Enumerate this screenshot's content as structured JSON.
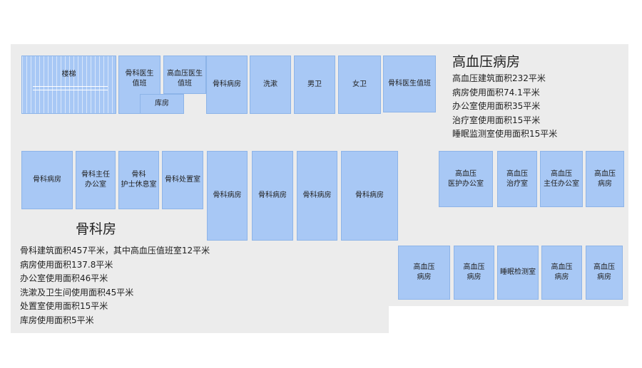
{
  "rooms": {
    "stairs": "楼梯",
    "ortho_duty_top": "骨科医生\n值班",
    "hbp_duty_top": "高血压医生\n值班",
    "storage": "库房",
    "ortho_ward_top": "骨科病房",
    "washroom": "洗漱",
    "mens_wc": "男卫",
    "womens_wc": "女卫",
    "ortho_duty_right": "骨科医生值班",
    "ortho_ward_mid1": "骨科病房",
    "ortho_director": "骨科主任\n办公室",
    "ortho_nurse": "骨科\n护士休息室",
    "ortho_treatment": "骨科处置室",
    "ortho_ward_big1": "骨科病房",
    "ortho_ward_big2": "骨科病房",
    "ortho_ward_big3": "骨科病房",
    "ortho_ward_big4": "骨科病房",
    "hbp_doctor_office": "高血压\n医护办公室",
    "hbp_treatment": "高血压\n治疗室",
    "hbp_director": "高血压\n主任办公室",
    "hbp_ward_mid": "高血压\n病房",
    "hbp_ward_b1": "高血压\n病房",
    "hbp_ward_b2": "高血压\n病房",
    "sleep_monitor": "睡眠检测室",
    "hbp_ward_b3": "高血压\n病房",
    "hbp_ward_b4": "高血压\n病房"
  },
  "hbp_section": {
    "title": "高血压病房",
    "lines": [
      "高血压建筑面积232平米",
      "病房使用面积74.1平米",
      "办公室使用面积35平米",
      "治疗室使用面积15平米",
      "睡眠监测室使用面积15平米"
    ]
  },
  "ortho_section": {
    "title": "骨科房",
    "lines": [
      "骨科建筑面积457平米，其中高血压值班室12平米",
      "病房使用面积137.8平米",
      "办公室使用面积46平米",
      "洗漱及卫生间使用面积45平米",
      "处置室使用面积15平米",
      "库房使用面积5平米"
    ]
  }
}
